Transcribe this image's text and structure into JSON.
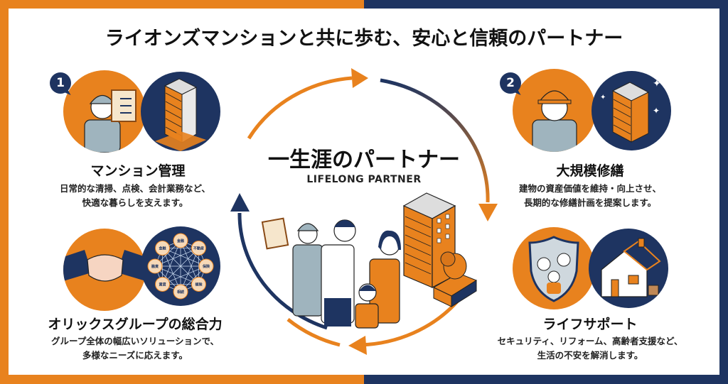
{
  "title": "ライオンズマンションと共に歩む、安心と信頼のパートナー",
  "center": {
    "title": "一生涯のパートナー",
    "subtitle": "LIFELONG PARTNER",
    "illustration": "worker-family-building-lion"
  },
  "colors": {
    "orange": "#E8821E",
    "navy": "#1E3461"
  },
  "features": [
    {
      "number": "1",
      "title": "マンション管理",
      "desc_line1": "日常的な清掃、点検、会計業務など、",
      "desc_line2": "快適な暮らしを支えます。",
      "icons": [
        "worker-clipboard-icon",
        "apartment-building-icon"
      ]
    },
    {
      "number": "2",
      "title": "大規模修繕",
      "desc_line1": "建物の資産価値を維持・向上させ、",
      "desc_line2": "長期的な修繕計画を提案します。",
      "icons": [
        "helmet-worker-icon",
        "sparkling-building-icon"
      ]
    },
    {
      "number": "",
      "title": "オリックスグループの総合力",
      "desc_line1": "グループ全体の幅広いソリューションで、",
      "desc_line2": "多様なニーズに応えます。",
      "icons": [
        "handshake-icon",
        "network-icon"
      ],
      "network_nodes": [
        "金融",
        "不動産",
        "保険",
        "極険",
        "相続",
        "賃貸",
        "融資",
        "金融"
      ]
    },
    {
      "number": "",
      "title": "ライフサポート",
      "desc_line1": "セキュリティ、リフォーム、高齢者支援など、",
      "desc_line2": "生活の不安を解消します。",
      "icons": [
        "family-shield-icon",
        "house-icon"
      ]
    }
  ]
}
